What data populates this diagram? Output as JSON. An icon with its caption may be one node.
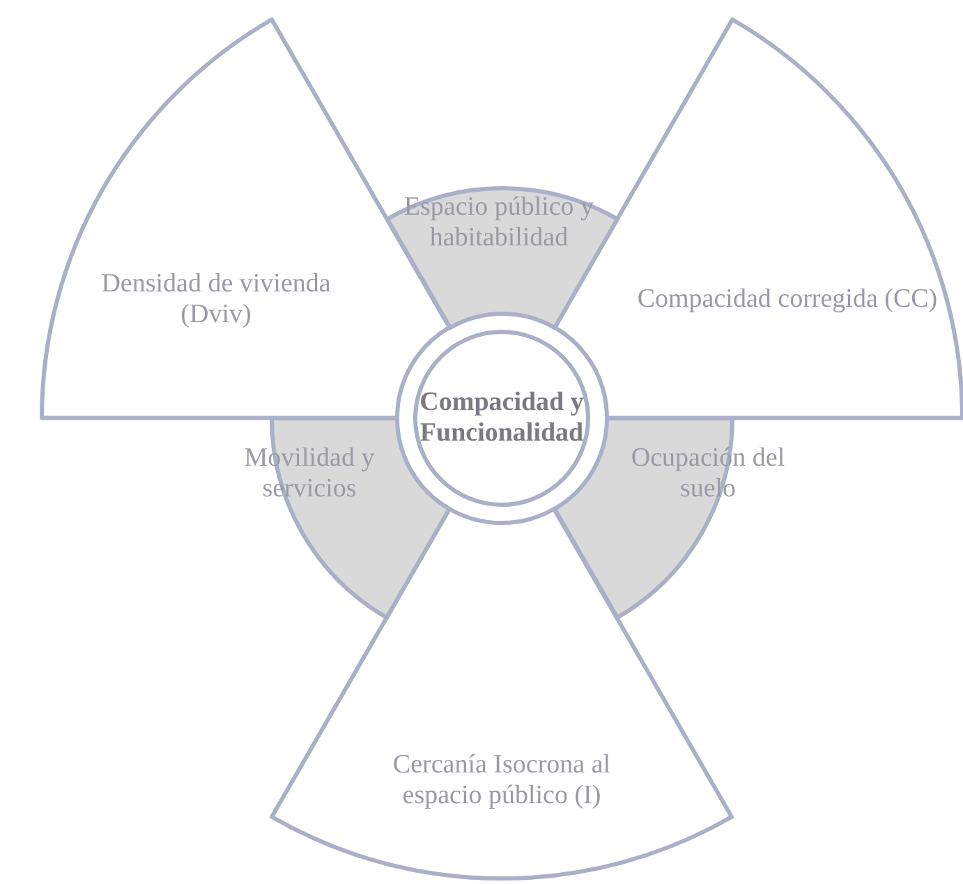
{
  "diagram": {
    "nodes": [
      {
        "text": [
          "Compacidad y Funcionalidad"
        ]
      },
      {
        "text": [
          "Espacio público y habitabilidad"
        ]
      },
      {
        "text": [
          "Densidad de vivienda (Dviv)"
        ]
      },
      {
        "text": [
          "Compacidad corregida (CC)"
        ]
      },
      {
        "text": [
          "Movilidad y servicios"
        ]
      },
      {
        "text": [
          "Ocupación del suelo"
        ]
      },
      {
        "text": [
          "Cercanía Isocrona al espacio público (I)"
        ]
      }
    ]
  }
}
